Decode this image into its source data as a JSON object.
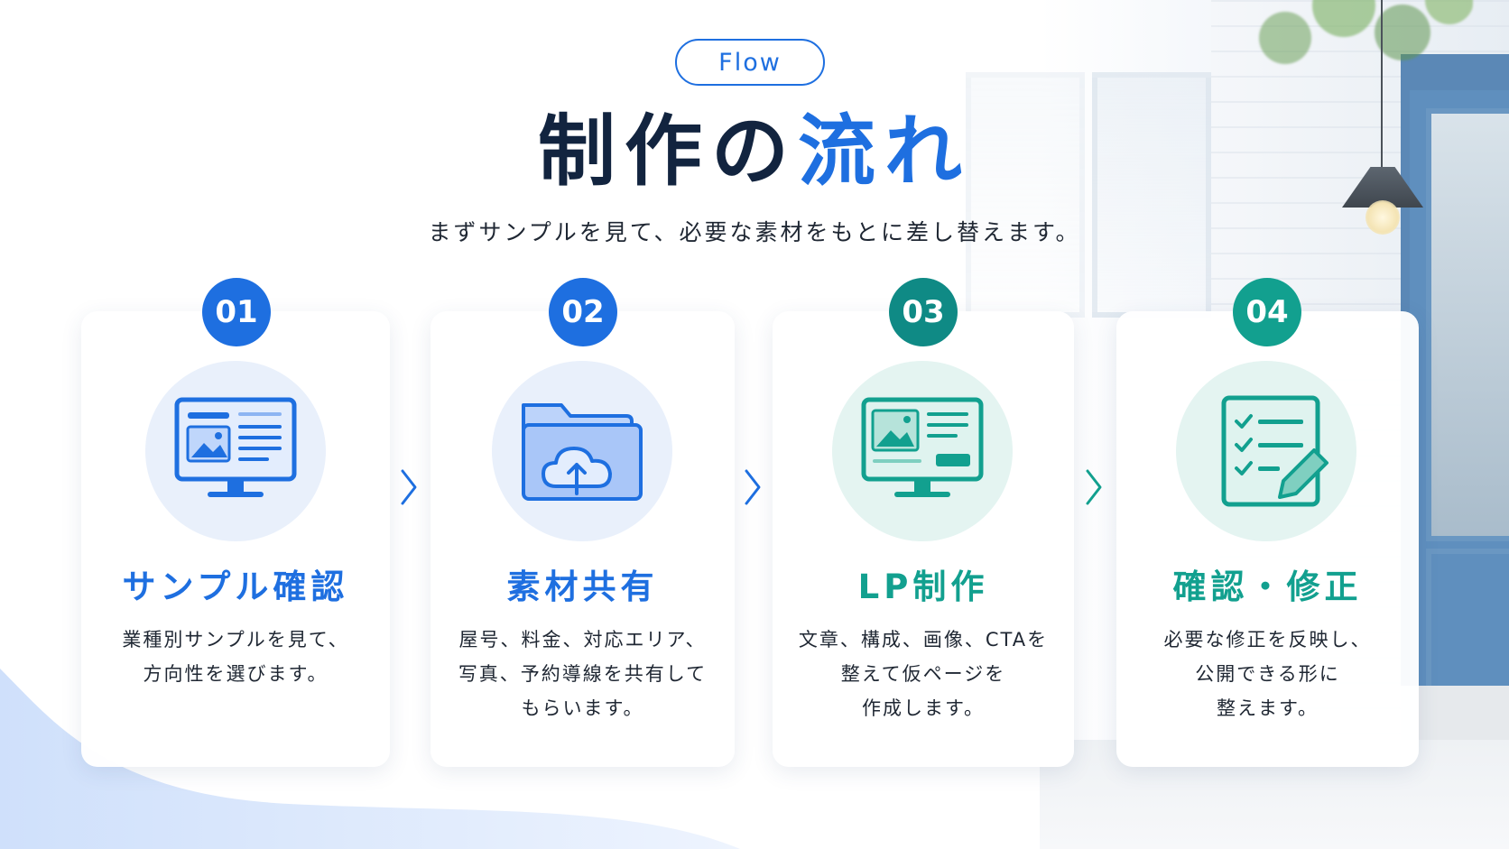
{
  "header": {
    "pill_label": "Flow",
    "title_part1": "制作の",
    "title_part2": "流れ",
    "subtitle": "まずサンプルを見て、必要な素材をもとに差し替えます。"
  },
  "steps": [
    {
      "number": "01",
      "title": "サンプル確認",
      "desc1": "業種別サンプルを見て、",
      "desc2": "方向性を選びます。",
      "desc3": "",
      "icon": "monitor-layout-icon",
      "color": "#1e6fe0"
    },
    {
      "number": "02",
      "title": "素材共有",
      "desc1": "屋号、料金、対応エリア、",
      "desc2": "写真、予約導線を共有して",
      "desc3": "もらいます。",
      "icon": "folder-upload-icon",
      "color": "#1e6fe0"
    },
    {
      "number": "03",
      "title": "LP制作",
      "desc1": "文章、構成、画像、CTAを",
      "desc2": "整えて仮ページを",
      "desc3": "作成します。",
      "icon": "monitor-page-icon",
      "color": "#12a08f"
    },
    {
      "number": "04",
      "title": "確認・修正",
      "desc1": "必要な修正を反映し、",
      "desc2": "公開できる形に",
      "desc3": "整えます。",
      "icon": "checklist-edit-icon",
      "color": "#12a08f"
    }
  ],
  "colors": {
    "blue": "#1e6fe0",
    "navy": "#12243f",
    "teal": "#12a08f",
    "teal_dark": "#0f8a85"
  }
}
